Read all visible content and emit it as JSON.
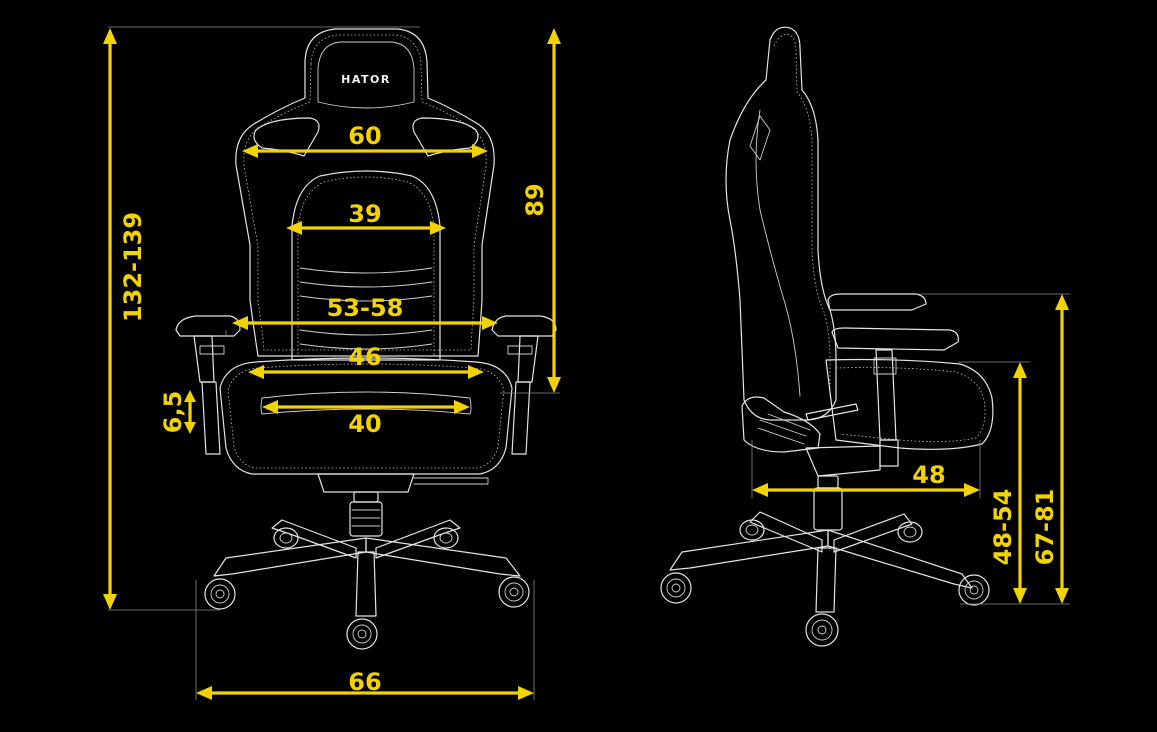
{
  "brand": "HATOR",
  "colors": {
    "background": "#000000",
    "outline": "#e4e4e4",
    "dimension": "#f2d300"
  },
  "front_view": {
    "dimensions": {
      "headrest_width": "60",
      "lumbar_width": "39",
      "armrest_span": "53-58",
      "seat_width": "46",
      "seat_depth_front": "40",
      "armrest_adjust": "6,5",
      "total_height": "132-139",
      "backrest_height": "89",
      "base_width": "66"
    }
  },
  "side_view": {
    "dimensions": {
      "seat_depth": "48",
      "seat_height": "48-54",
      "armrest_height": "67-81"
    }
  }
}
